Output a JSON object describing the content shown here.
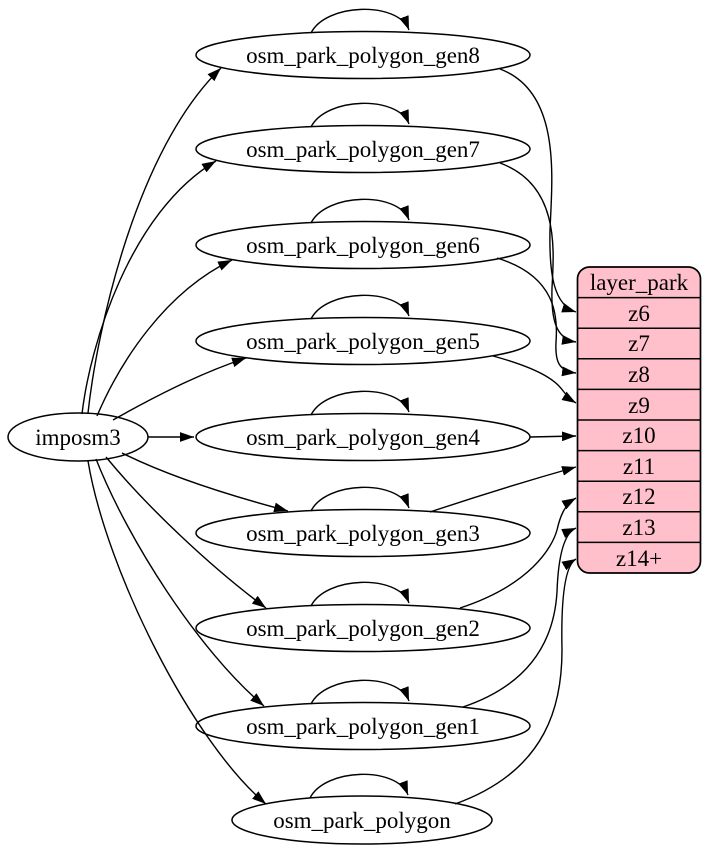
{
  "diagram": {
    "type": "graphviz-digraph",
    "imposm_node": {
      "label": "imposm3"
    },
    "table_nodes": [
      {
        "label": "osm_park_polygon_gen8"
      },
      {
        "label": "osm_park_polygon_gen7"
      },
      {
        "label": "osm_park_polygon_gen6"
      },
      {
        "label": "osm_park_polygon_gen5"
      },
      {
        "label": "osm_park_polygon_gen4"
      },
      {
        "label": "osm_park_polygon_gen3"
      },
      {
        "label": "osm_park_polygon_gen2"
      },
      {
        "label": "osm_park_polygon_gen1"
      },
      {
        "label": "osm_park_polygon"
      }
    ],
    "layer_table": {
      "header": "layer_park",
      "rows": [
        "z6",
        "z7",
        "z8",
        "z9",
        "z10",
        "z11",
        "z12",
        "z13",
        "z14+"
      ]
    },
    "edges": {
      "from_source": [
        [
          "imposm3",
          "osm_park_polygon_gen8"
        ],
        [
          "imposm3",
          "osm_park_polygon_gen7"
        ],
        [
          "imposm3",
          "osm_park_polygon_gen6"
        ],
        [
          "imposm3",
          "osm_park_polygon_gen5"
        ],
        [
          "imposm3",
          "osm_park_polygon_gen4"
        ],
        [
          "imposm3",
          "osm_park_polygon_gen3"
        ],
        [
          "imposm3",
          "osm_park_polygon_gen2"
        ],
        [
          "imposm3",
          "osm_park_polygon_gen1"
        ],
        [
          "imposm3",
          "osm_park_polygon"
        ]
      ],
      "self_loops": [
        "osm_park_polygon_gen8",
        "osm_park_polygon_gen7",
        "osm_park_polygon_gen6",
        "osm_park_polygon_gen5",
        "osm_park_polygon_gen4",
        "osm_park_polygon_gen3",
        "osm_park_polygon_gen2",
        "osm_park_polygon_gen1",
        "osm_park_polygon"
      ],
      "to_layer_rows": [
        [
          "osm_park_polygon_gen8",
          "z6"
        ],
        [
          "osm_park_polygon_gen7",
          "z7"
        ],
        [
          "osm_park_polygon_gen6",
          "z8"
        ],
        [
          "osm_park_polygon_gen5",
          "z9"
        ],
        [
          "osm_park_polygon_gen4",
          "z10"
        ],
        [
          "osm_park_polygon_gen3",
          "z11"
        ],
        [
          "osm_park_polygon_gen2",
          "z12"
        ],
        [
          "osm_park_polygon_gen1",
          "z13"
        ],
        [
          "osm_park_polygon",
          "z14+"
        ]
      ]
    },
    "colors": {
      "layer_fill": "#ffc0cb",
      "node_fill": "#ffffff",
      "stroke": "#000000"
    }
  }
}
